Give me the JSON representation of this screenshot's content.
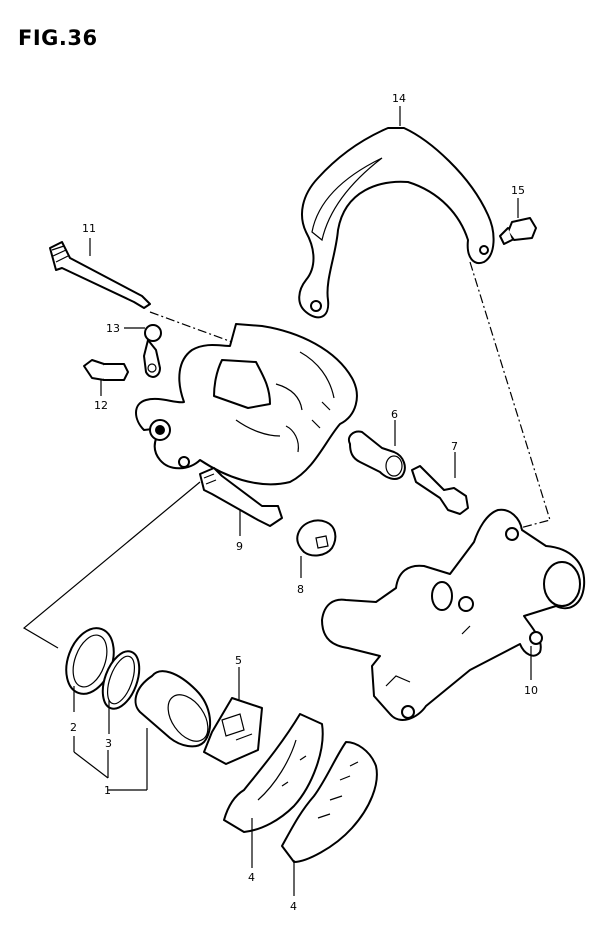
{
  "title": "FIG.36",
  "callouts": {
    "c1": "1",
    "c2": "2",
    "c3": "3",
    "c4a": "4",
    "c4b": "4",
    "c5": "5",
    "c6": "6",
    "c7": "7",
    "c8": "8",
    "c9": "9",
    "c10": "10",
    "c11": "11",
    "c12": "12",
    "c13": "13",
    "c14": "14",
    "c15": "15"
  }
}
